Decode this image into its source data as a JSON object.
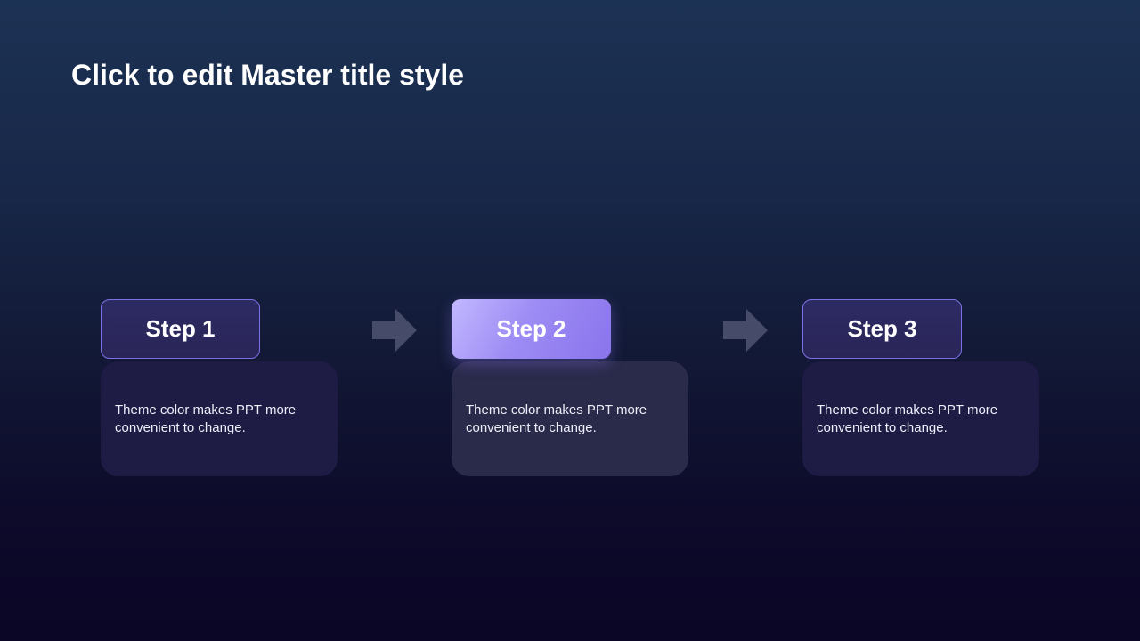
{
  "slide": {
    "title": "Click to edit Master title style"
  },
  "steps": [
    {
      "label": "Step 1",
      "text": "Theme color makes PPT more convenient to change.",
      "active": false
    },
    {
      "label": "Step 2",
      "text": "Theme color makes PPT more convenient to change.",
      "active": true
    },
    {
      "label": "Step 3",
      "text": "Theme color makes PPT more convenient to change.",
      "active": false
    }
  ],
  "colors": {
    "accent_border": "#7d70e6",
    "active_header": "#9d8cf4",
    "arrow": "#454b68",
    "card_body": "#1e1b45"
  },
  "icons": {
    "connector": "arrow-right-icon"
  }
}
